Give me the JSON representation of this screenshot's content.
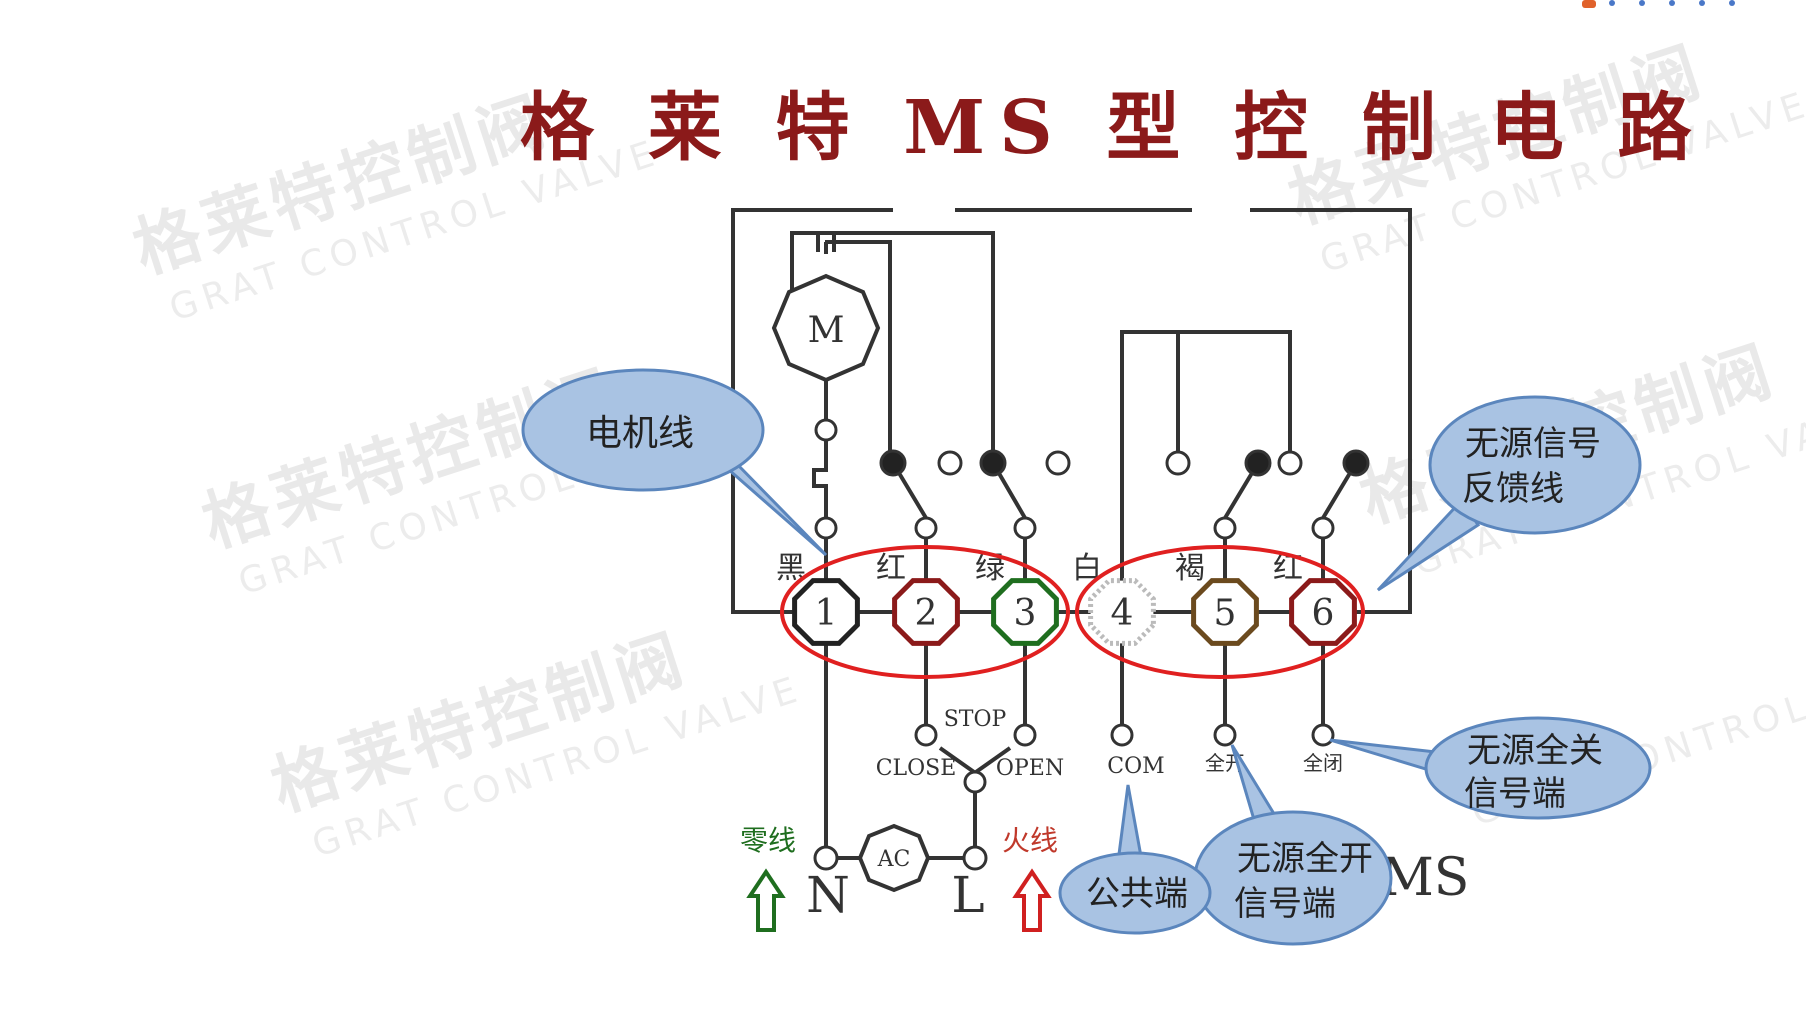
{
  "title": "格 莱 特 MS 型 控 制 电 路",
  "watermark": {
    "cn": "格莱特控制阀",
    "en": "GRAT CONTROL VALVE"
  },
  "motor_label": "M",
  "ac_label": "AC",
  "terminals": [
    {
      "num": "1",
      "color_name": "黑",
      "stroke": "#222222"
    },
    {
      "num": "2",
      "color_name": "红",
      "stroke": "#8b1a1a"
    },
    {
      "num": "3",
      "color_name": "绿",
      "stroke": "#1f6e1f"
    },
    {
      "num": "4",
      "color_name": "白",
      "stroke": "#bbbbbb"
    },
    {
      "num": "5",
      "color_name": "褐",
      "stroke": "#6b4a1e"
    },
    {
      "num": "6",
      "color_name": "红",
      "stroke": "#8b1a1a"
    }
  ],
  "switch_labels": {
    "stop": "STOP",
    "close": "CLOSE",
    "open": "OPEN",
    "com": "COM",
    "full_open": "全开",
    "full_close": "全闭"
  },
  "power": {
    "neutral_label": "零线",
    "live_label": "火线",
    "n": "N",
    "l": "L",
    "neutral_color": "#1f6e1f",
    "live_color": "#c0392b"
  },
  "callouts": {
    "motor_wire": "电机线",
    "feedback_line1": "无源信号",
    "feedback_line2": "反馈线",
    "close_signal_line1": "无源全关",
    "close_signal_line2": "信号端",
    "open_signal_line1": "无源全开",
    "open_signal_line2": "信号端",
    "common": "公共端"
  },
  "model_suffix": "MS",
  "colors": {
    "title": "#8b1a1a",
    "wire": "#333333",
    "callout_fill": "#a9c3e3",
    "callout_stroke": "#5b86bd",
    "ellipse": "#e02020"
  }
}
